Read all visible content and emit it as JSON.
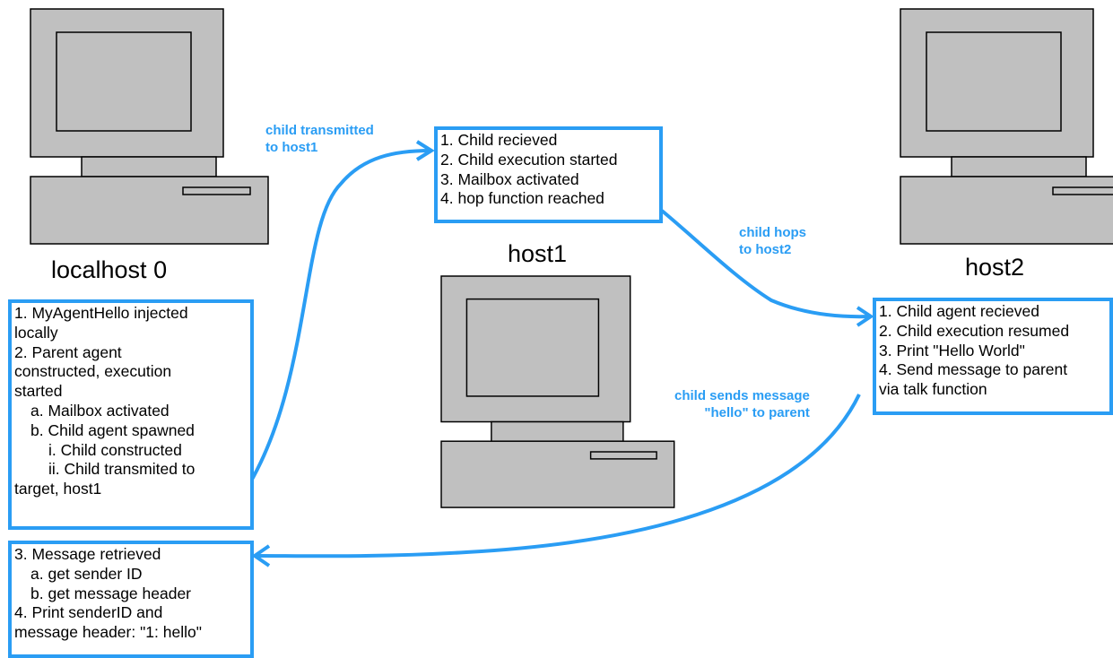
{
  "hosts": [
    {
      "id": "localhost",
      "name": "localhost 0"
    },
    {
      "id": "host1",
      "name": "host1"
    },
    {
      "id": "host2",
      "name": "host2"
    }
  ],
  "boxes": {
    "localhost_start": [
      "1. MyAgentHello injected",
      "locally",
      "2. Parent agent",
      "constructed, execution",
      "started",
      "a. Mailbox activated",
      "b. Child agent spawned",
      "i. Child constructed",
      "ii. Child transmited to",
      "target, host1"
    ],
    "host1_steps": [
      "1. Child recieved",
      "2. Child execution started",
      "3. Mailbox activated",
      "4. hop function reached"
    ],
    "host2_steps": [
      "1. Child agent recieved",
      "2. Child execution resumed",
      "3. Print \"Hello World\"",
      "4. Send message to parent",
      "via talk function"
    ],
    "localhost_end": [
      "3. Message retrieved",
      "a. get sender ID",
      "b. get message header",
      "4. Print senderID and",
      "message header: \"1: hello\""
    ]
  },
  "edges": {
    "transmit": [
      "child transmitted",
      "to host1"
    ],
    "hop": [
      "child hops",
      "to host2"
    ],
    "message": [
      "child sends message",
      "\"hello\" to parent"
    ]
  },
  "colors": {
    "accent": "#2a9df4",
    "computer_fill": "#c0c0c0",
    "outline": "#000000"
  }
}
